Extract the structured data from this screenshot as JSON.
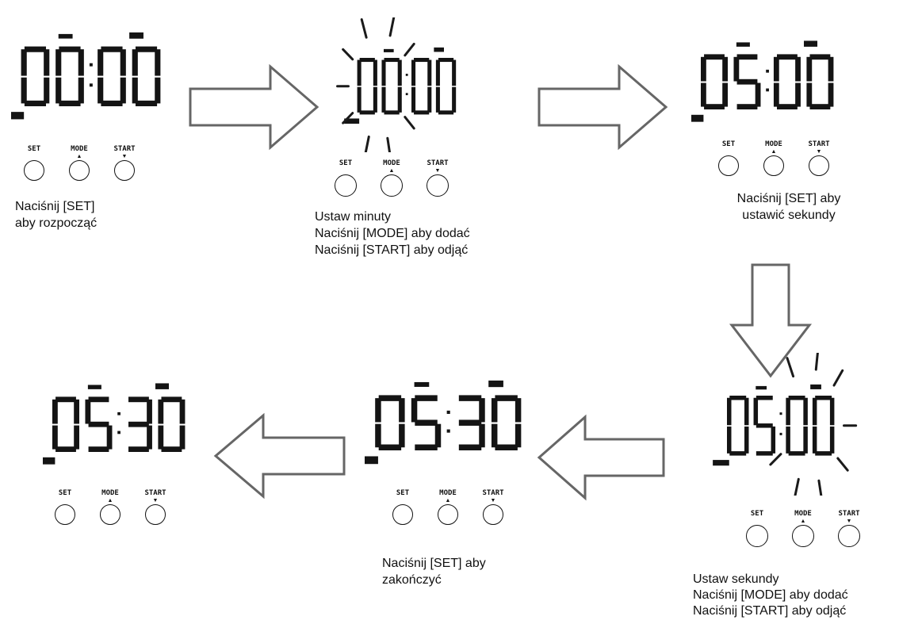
{
  "buttons": {
    "set": "SET",
    "mode": "MODE",
    "start": "START",
    "up_mark": "▲",
    "down_mark": "▼"
  },
  "steps": [
    {
      "display": "0000",
      "blinking": "none",
      "caption": [
        "Naciśnij [SET]",
        "aby rozpocząć"
      ]
    },
    {
      "display": "0000",
      "blinking": "minutes",
      "caption": [
        "Ustaw minuty",
        "Naciśnij [MODE] aby dodać",
        "Naciśnij [START] aby odjąć"
      ]
    },
    {
      "display": "0500",
      "blinking": "none",
      "caption": [
        "Naciśnij [SET] aby",
        "ustawić sekundy"
      ]
    },
    {
      "display": "0500",
      "blinking": "seconds",
      "caption": [
        "Ustaw sekundy",
        "Naciśnij [MODE] aby dodać",
        "Naciśnij [START] aby odjąć"
      ]
    },
    {
      "display": "0530",
      "blinking": "none",
      "caption": [
        "Naciśnij [SET] aby",
        "zakończyć"
      ]
    },
    {
      "display": "0530",
      "blinking": "none",
      "caption": []
    }
  ],
  "colors": {
    "segment": "#141414",
    "arrow_outline": "#666666",
    "background": "#ffffff"
  }
}
